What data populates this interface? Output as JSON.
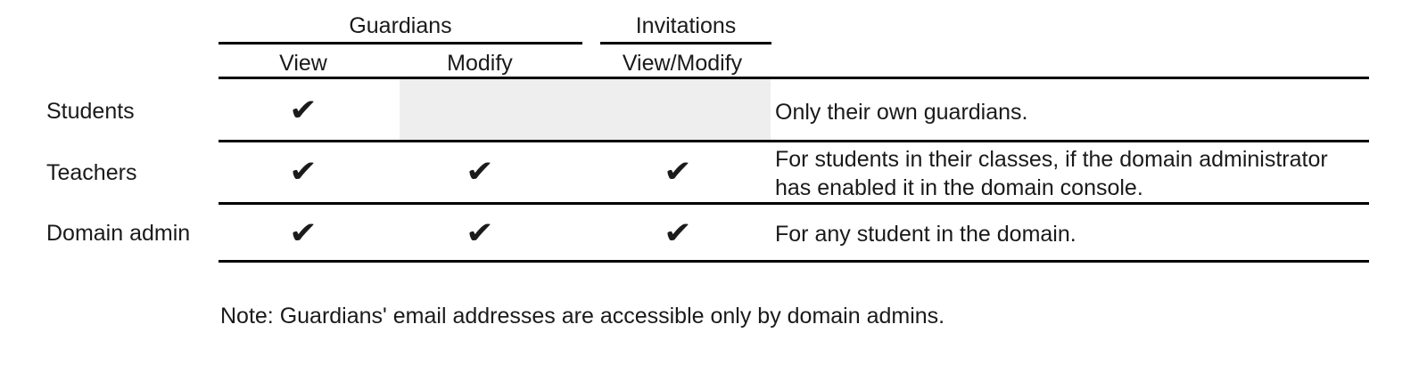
{
  "table": {
    "column_groups": [
      {
        "label": "Guardians",
        "span": 2
      },
      {
        "label": "Invitations",
        "span": 1
      }
    ],
    "columns": [
      {
        "label": "",
        "key": "role"
      },
      {
        "label": "View",
        "key": "guardians_view"
      },
      {
        "label": "Modify",
        "key": "guardians_modify"
      },
      {
        "label": "View/Modify",
        "key": "invitations_view_modify"
      },
      {
        "label": "",
        "key": "notes"
      }
    ],
    "check_glyph": "✔",
    "rows": [
      {
        "role": "Students",
        "guardians_view": true,
        "guardians_modify": false,
        "invitations_view_modify": false,
        "disabled_span": true,
        "notes": "Only their own guardians."
      },
      {
        "role": "Teachers",
        "guardians_view": true,
        "guardians_modify": true,
        "invitations_view_modify": true,
        "disabled_span": false,
        "notes": "For students in their classes, if the domain administrator has enabled it in the domain console."
      },
      {
        "role": "Domain admin",
        "guardians_view": true,
        "guardians_modify": true,
        "invitations_view_modify": true,
        "disabled_span": false,
        "notes": "For any student in the domain."
      }
    ]
  },
  "footnote": {
    "text": "Note: Guardians' email addresses are accessible only by domain admins."
  },
  "colors": {
    "rule": "#000000",
    "text": "#1a1a1a",
    "shade": "#eeeeee",
    "background": "#ffffff"
  }
}
